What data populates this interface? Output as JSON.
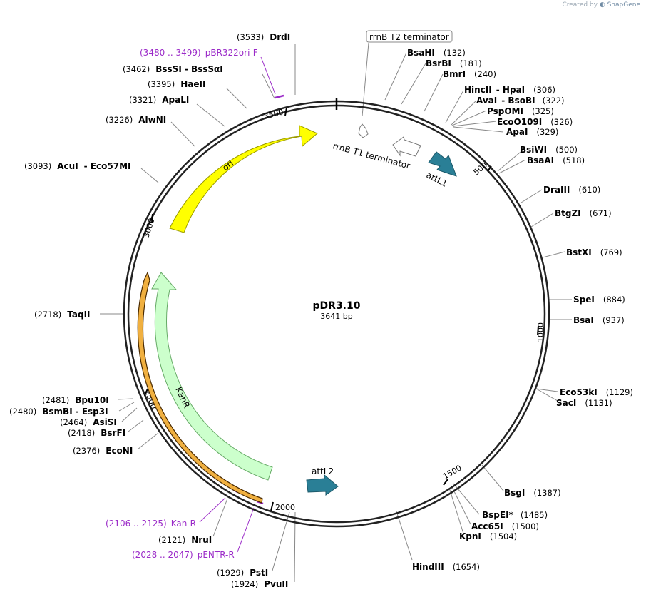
{
  "watermark": {
    "prefix": "Created by",
    "brand": "SnapGene"
  },
  "plasmid": {
    "name": "pDR3.10",
    "length_label": "3641 bp",
    "length": 3641
  },
  "ticks": [
    {
      "pos": 500,
      "label": "500"
    },
    {
      "pos": 1000,
      "label": "1000"
    },
    {
      "pos": 1500,
      "label": "1500"
    },
    {
      "pos": 2000,
      "label": "2000"
    },
    {
      "pos": 2500,
      "label": "2500"
    },
    {
      "pos": 3000,
      "label": "3000"
    },
    {
      "pos": 3500,
      "label": "3500"
    }
  ],
  "features": [
    {
      "id": "ori",
      "label": "ori",
      "color": "#ffff00",
      "stroke": "#999900"
    },
    {
      "id": "kanr",
      "label": "KanR",
      "color": "#ccffcc",
      "stroke": "#66aa66"
    },
    {
      "id": "kanr_orf",
      "color": "#f0b040",
      "stroke": "#4a2a00"
    },
    {
      "id": "attl1",
      "label": "attL1",
      "color": "#2a7f96",
      "stroke": "#1d5a6b"
    },
    {
      "id": "attl2",
      "label": "attL2",
      "color": "#2a7f96",
      "stroke": "#1d5a6b"
    },
    {
      "id": "rrnb_t1",
      "label": "rrnB T1 terminator",
      "color": "#ffffff",
      "stroke": "#777777"
    },
    {
      "id": "rrnb_t2",
      "label": "rrnB T2 terminator",
      "color": "#ffffff",
      "stroke": "#777777"
    }
  ],
  "sites": [
    {
      "names": [
        "DrdI"
      ],
      "pos": "(3533)"
    },
    {
      "names": [
        "BssSI",
        "BssSαI"
      ],
      "pos": "(3462)"
    },
    {
      "names": [
        "HaeII"
      ],
      "pos": "(3395)"
    },
    {
      "names": [
        "ApaLI"
      ],
      "pos": "(3321)"
    },
    {
      "names": [
        "AlwNI"
      ],
      "pos": "(3226)"
    },
    {
      "names": [
        "AcuI",
        "Eco57MI"
      ],
      "pos": "(3093)"
    },
    {
      "names": [
        "TaqII"
      ],
      "pos": "(2718)"
    },
    {
      "names": [
        "Bpu10I"
      ],
      "pos": "(2481)"
    },
    {
      "names": [
        "BsmBI",
        "Esp3I"
      ],
      "pos": "(2480)"
    },
    {
      "names": [
        "AsiSI"
      ],
      "pos": "(2464)"
    },
    {
      "names": [
        "BsrFI"
      ],
      "pos": "(2418)"
    },
    {
      "names": [
        "EcoNI"
      ],
      "pos": "(2376)"
    },
    {
      "names": [
        "NruI"
      ],
      "pos": "(2121)"
    },
    {
      "names": [
        "PstI"
      ],
      "pos": "(1929)"
    },
    {
      "names": [
        "PvuII"
      ],
      "pos": "(1924)"
    },
    {
      "names": [
        "HindIII"
      ],
      "pos": "(1654)"
    },
    {
      "names": [
        "KpnI"
      ],
      "pos": "(1504)"
    },
    {
      "names": [
        "Acc65I"
      ],
      "pos": "(1500)"
    },
    {
      "names": [
        "BspEI*"
      ],
      "pos": "(1485)"
    },
    {
      "names": [
        "BsgI"
      ],
      "pos": "(1387)"
    },
    {
      "names": [
        "SacI"
      ],
      "pos": "(1131)"
    },
    {
      "names": [
        "Eco53kI"
      ],
      "pos": "(1129)"
    },
    {
      "names": [
        "BsaI"
      ],
      "pos": "(937)"
    },
    {
      "names": [
        "SpeI"
      ],
      "pos": "(884)"
    },
    {
      "names": [
        "BstXI"
      ],
      "pos": "(769)"
    },
    {
      "names": [
        "BtgZI"
      ],
      "pos": "(671)"
    },
    {
      "names": [
        "DraIII"
      ],
      "pos": "(610)"
    },
    {
      "names": [
        "BsaAI"
      ],
      "pos": "(518)"
    },
    {
      "names": [
        "BsiWI"
      ],
      "pos": "(500)"
    },
    {
      "names": [
        "ApaI"
      ],
      "pos": "(329)"
    },
    {
      "names": [
        "EcoO109I"
      ],
      "pos": "(326)"
    },
    {
      "names": [
        "PspOMI"
      ],
      "pos": "(325)"
    },
    {
      "names": [
        "AvaI",
        "BsoBI"
      ],
      "pos": "(322)"
    },
    {
      "names": [
        "HincII",
        "HpaI"
      ],
      "pos": "(306)"
    },
    {
      "names": [
        "BmrI"
      ],
      "pos": "(240)"
    },
    {
      "names": [
        "BsrBI"
      ],
      "pos": "(181)"
    },
    {
      "names": [
        "BsaHI"
      ],
      "pos": "(132)"
    }
  ],
  "primers": [
    {
      "range": "(3480 .. 3499)",
      "name": "pBR322ori-F"
    },
    {
      "range": "(2106 .. 2125)",
      "name": "Kan-R"
    },
    {
      "range": "(2028 .. 2047)",
      "name": "pENTR-R"
    }
  ]
}
